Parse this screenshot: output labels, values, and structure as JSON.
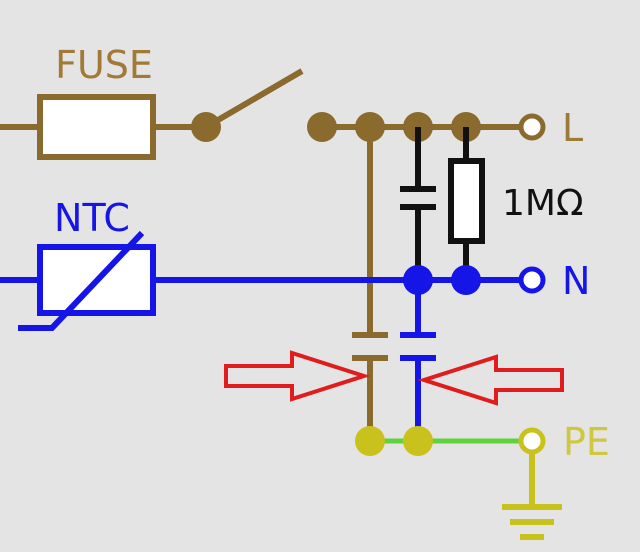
{
  "labels": {
    "fuse": "FUSE",
    "ntc": "NTC",
    "resistor_value": "1MΩ",
    "line": "L",
    "neutral": "N",
    "protective_earth": "PE"
  },
  "colors": {
    "background": "#e4e4e4",
    "line_wire": "#8b6a2e",
    "neutral_wire": "#1515e8",
    "earth_node": "#c9c21c",
    "earth_wire": "#5fd33a",
    "arrow": "#e01c1c",
    "resistor": "#111111",
    "pe_label": "#cfc83e"
  },
  "icons": {
    "fuse": "fuse-symbol",
    "switch": "switch-symbol",
    "ntc": "thermistor-symbol",
    "capacitor": "capacitor-symbol",
    "resistor": "resistor-symbol",
    "ground": "ground-symbol",
    "arrow": "outline-arrow"
  }
}
